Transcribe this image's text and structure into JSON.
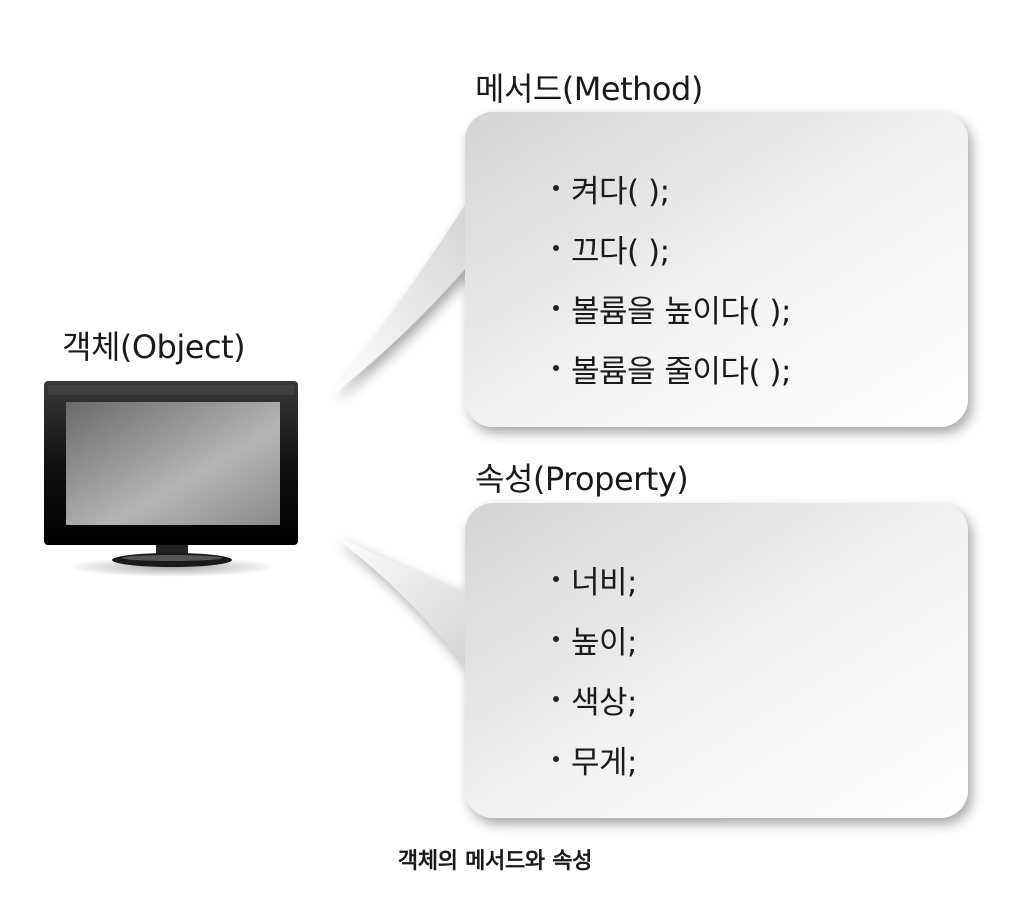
{
  "object": {
    "title": "객체(Object)",
    "icon": "tv-monitor-icon"
  },
  "method": {
    "title": "메서드(Method)",
    "items": [
      "켜다( );",
      "끄다( );",
      "볼륨을 높이다( );",
      "볼륨을 줄이다( );"
    ]
  },
  "property": {
    "title": "속성(Property)",
    "items": [
      "너비;",
      "높이;",
      "색상;",
      "무게;"
    ]
  },
  "caption": "객체의 메서드와 속성",
  "colors": {
    "bubble_light": "#ffffff",
    "bubble_dark": "#d8d8d8",
    "text": "#1a1a1a"
  }
}
